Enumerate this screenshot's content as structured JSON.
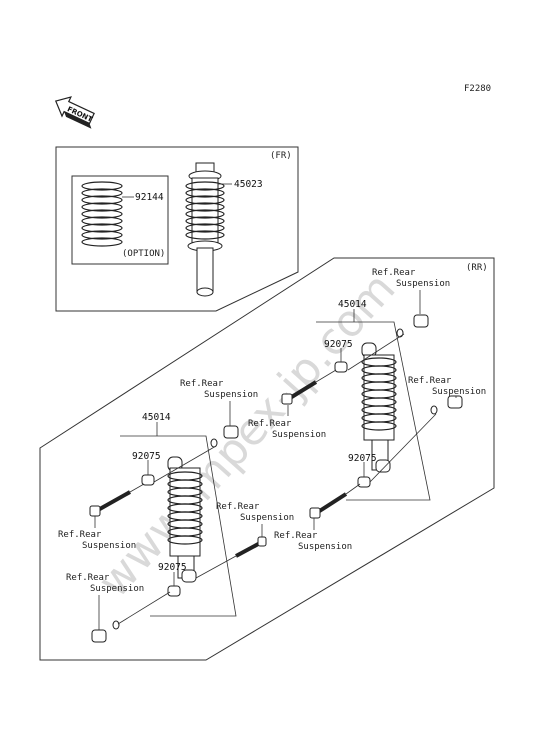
{
  "figure_code": "F2280",
  "front_arrow": {
    "text": "FRONT",
    "icon": "front-arrow-icon"
  },
  "watermark": "www.impex-jp.com",
  "front_panel": {
    "tag": "(FR)",
    "part_shock": "45023",
    "part_spring": "92144",
    "option_label": "(OPTION)"
  },
  "rear_panel": {
    "tag": "(RR)",
    "shock_right": "45014",
    "shock_left": "45014",
    "collar_right_top": "92075",
    "collar_right_bottom": "92075",
    "collar_left_top": "92075",
    "collar_left_bottom": "92075",
    "ref_lines": {
      "ref": "Ref.Rear",
      "suspension": "Suspension"
    }
  }
}
